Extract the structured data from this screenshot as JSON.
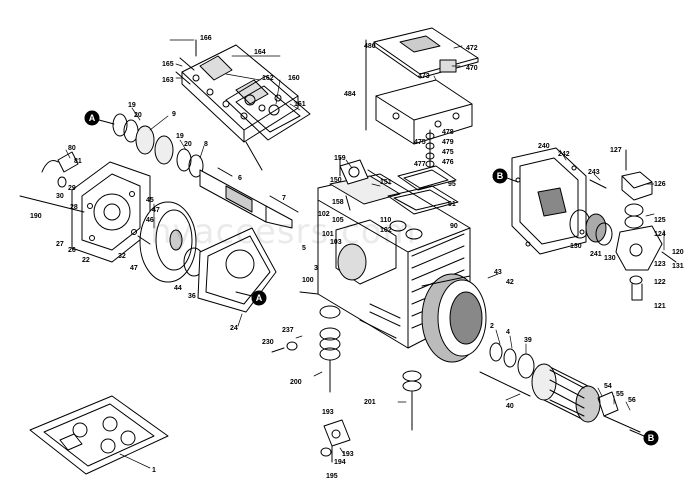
{
  "labels": {
    "l166": "166",
    "l164": "164",
    "l165": "165",
    "l163": "163",
    "l162": "162",
    "l160": "160",
    "l161": "161",
    "l19a": "19",
    "l20a": "20",
    "l9": "9",
    "l19b": "19",
    "l20b": "20",
    "l8": "8",
    "l80": "80",
    "l81": "81",
    "l29": "29",
    "l30": "30",
    "l28": "28",
    "l190": "190",
    "l27": "27",
    "l26": "26",
    "l22": "22",
    "l45": "45",
    "l47a": "47",
    "l46": "46",
    "l32": "32",
    "l47b": "47",
    "l44": "44",
    "l36": "36",
    "l24": "24",
    "l6": "6",
    "l7": "7",
    "l159": "159",
    "l150": "150",
    "l151": "151",
    "l158": "158",
    "l102a": "102",
    "l105": "105",
    "l110": "110",
    "l102b": "102",
    "l101": "101",
    "l103": "103",
    "l91": "91",
    "l90": "90",
    "l5": "5",
    "l3": "3",
    "l480": "480",
    "l472": "472",
    "l473": "473",
    "l470": "470",
    "l484": "484",
    "l478": "478",
    "l475a": "475",
    "l479": "479",
    "l475b": "475",
    "l476": "476",
    "l477": "477",
    "l95": "95",
    "l240": "240",
    "l242": "242",
    "l243": "243",
    "l130a": "130",
    "l241": "241",
    "l130b": "130",
    "l127": "127",
    "l126": "126",
    "l125": "125",
    "l124": "124",
    "l120": "120",
    "l123": "123",
    "l131": "131",
    "l122": "122",
    "l121": "121",
    "l43": "43",
    "l42": "42",
    "l100": "100",
    "l230": "230",
    "l237": "237",
    "l200": "200",
    "l2": "2",
    "l4": "4",
    "l39": "39",
    "l40": "40",
    "l54": "54",
    "l55": "55",
    "l56": "56",
    "l201": "201",
    "l193a": "193",
    "l193b": "193",
    "l194": "194",
    "l195": "195",
    "l1": "1"
  },
  "callouts": {
    "a1": "A",
    "a2": "A",
    "b1": "B",
    "b2": "B"
  },
  "watermark": "hyaccesrs.com"
}
